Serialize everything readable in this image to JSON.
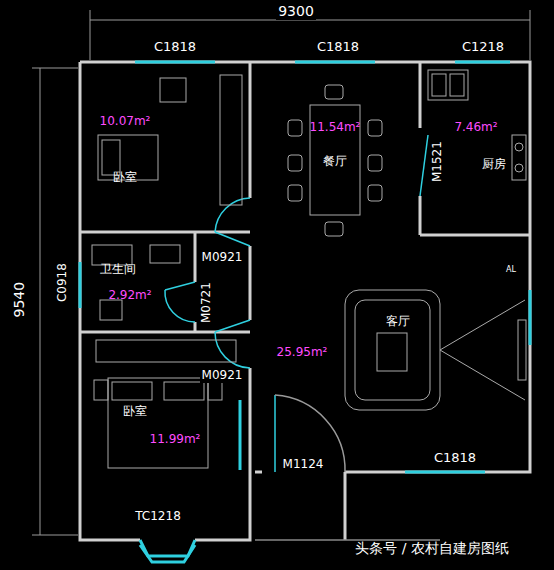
{
  "diagram": {
    "nodes": [
      {
        "text": [
          "10.07m²",
          "卧室"
        ]
      },
      {
        "text": [
          "11.54m²",
          "餐厅"
        ]
      },
      {
        "text": [
          "7.46m²",
          "厨房"
        ]
      },
      {
        "text": [
          "卫生间",
          "2.92m²"
        ]
      },
      {
        "text": [
          "客厅",
          "25.95m²"
        ]
      },
      {
        "text": [
          "卧室",
          "11.99m²"
        ]
      }
    ],
    "labels": [
      "9300",
      "9540",
      "C1818",
      "C1818",
      "C1218",
      "C0918",
      "M0921",
      "M0721",
      "M0921",
      "M1521",
      "M1124",
      "C1818",
      "TC1218",
      "AL",
      "头条号 / 农村自建房图纸"
    ]
  }
}
